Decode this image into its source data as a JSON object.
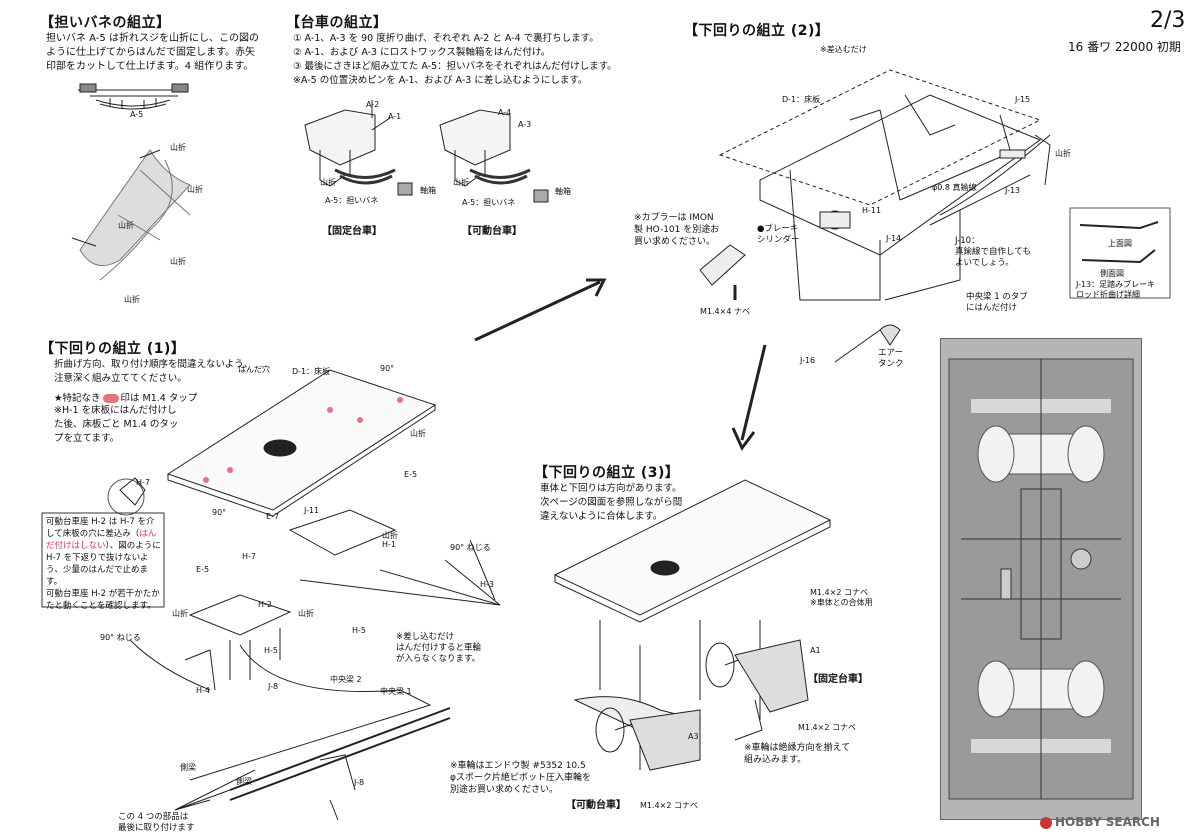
{
  "page": {
    "number": "2/3",
    "subtitle": "16 番ワ 22000 初期"
  },
  "sec_spring": {
    "title": "【担いバネの組立】",
    "body": "担いバネ A-5 は折れスジを山折にし、この図の\nように仕上げてからはんだで固定します。赤矢\n印部をカットして仕上げます。4 組作ります。",
    "part": "A-5",
    "folds": [
      "山折",
      "山折",
      "山折",
      "山折",
      "山折"
    ]
  },
  "sec_truck": {
    "title": "【台車の組立】",
    "body": "① A-1、A-3 を 90 度折り曲げ、それぞれ A-2 と A-4 で裏打ちします。\n② A-1、および A-3 にロストワックス製軸箱をはんだ付け。\n③ 最後にさきほど組み立てた A-5：担いバネをそれぞれはんだ付けします。\n※A-5 の位置決めピンを A-1、および A-3 に差し込むようにします。",
    "fixed_labels": {
      "a2": "A-2",
      "a1": "A-1",
      "fold": "山折",
      "axlebox": "軸箱",
      "spring": "A-5：担いバネ"
    },
    "movable_labels": {
      "a4": "A-4",
      "a3": "A-3",
      "fold": "山折",
      "axlebox": "軸箱",
      "spring": "A-5：担いバネ"
    },
    "fixed_caption": "【固定台車】",
    "movable_caption": "【可動台車】"
  },
  "sec_under2": {
    "title": "【下回りの組立 (2)】",
    "note_insert": "※差込むだけ",
    "d1": "D-1：床板",
    "j15": "J-15",
    "fold": "山折",
    "j13": "J-13",
    "wire": "φ0.8 真鍮線",
    "h11": "H-11",
    "j14": "J-14",
    "coupler": "※カプラーは IMON\n製 HO-101 を別途お\n買い求めください。",
    "brake": "●ブレーキ\nシリンダー",
    "j10": "J-10：\n真鍮線で自作しても\nよいでしょう。",
    "center_tab": "中央梁 1 のタブ\nにはんだ付け",
    "screw": "M1.4×4 ナベ",
    "j16": "J-16",
    "air_tank": "エアー\nタンク",
    "detail": {
      "top_view": "上面図",
      "side_view": "側面図",
      "caption": "J-13：足踏みブレーキ\nロッド折曲げ詳細"
    }
  },
  "sec_under1": {
    "title": "【下回りの組立 (1)】",
    "intro": "折曲げ方向、取り付け順序を間違えないよう、\n注意深く組み立ててください。",
    "tap_prefix": "★特記なき",
    "tap_suffix": "印は M1.4 タップ",
    "note": "※H-1 を床板にはんだ付けし\nた後、床板ごと M1.4 のタッ\nプを立てます。",
    "box_a": "可動台車座 H-2 は H-7 を介\nして床板の穴に差込み（",
    "box_red": "はん\nだ付けはしない",
    "box_b": "）、図のように\nH-7 を下返りで抜けないよ\nう、少量のはんだで止めます。\n可動台車座 H-2 が若干かたか\nたと動くことを確認します。",
    "labels": {
      "solder_hole": "はんだ穴",
      "d1": "D-1：床板",
      "deg90": "90°",
      "fold": "山折",
      "e5": "E-5",
      "e7": "E-7",
      "j11": "J-11",
      "h1": "H-1",
      "deg90_twist": "90° ねじる",
      "h3": "H-3",
      "h7": "H-7",
      "h2": "H-2",
      "h5": "H-5",
      "h4": "H-4",
      "j8": "J-8",
      "center2": "中央梁 2",
      "center1": "中央梁 1",
      "side": "側梁",
      "insert_note": "※差し込むだけ\nはんだ付けすると車輪\nが入らなくなります。",
      "last_parts": "この 4 つの部品は\n最後に取り付けます"
    }
  },
  "sec_under3": {
    "title": "【下回りの組立 (3)】",
    "body": "車体と下回りは方向があります。\n次ページの図面を参照しながら間\n違えないように合体します。",
    "screw_body": "M1.4×2 コナベ\n※車体との合体用",
    "a1": "A1",
    "fixed_caption": "【固定台車】",
    "screw_fixed": "M1.4×2 コナベ",
    "a3": "A3",
    "wheel_note": "※車輪は絶縁方向を揃えて\n組み込みます。",
    "wheel_buy": "※車輪はエンドウ製 #5352 10.5\nφスポーク片絶ピボット圧入車輪を\n別途お買い求めください。",
    "movable_caption": "【可動台車】",
    "screw_movable": "M1.4×2 コナベ"
  },
  "watermark": "HOBBY SEARCH",
  "colors": {
    "red_dot": "#e8737f",
    "red_text": "#d6336c",
    "ink": "#111111"
  }
}
